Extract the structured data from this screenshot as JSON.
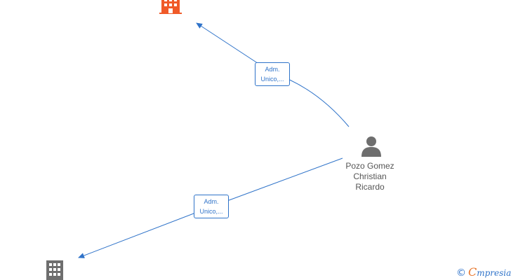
{
  "nodes": {
    "company_top": {
      "type": "company",
      "color": "#f05a28"
    },
    "company_bottom": {
      "type": "company",
      "color": "#6e6e6e"
    },
    "person": {
      "type": "person",
      "color": "#6e6e6e",
      "name_lines": [
        "Pozo Gomez",
        "Christian",
        "Ricardo"
      ]
    }
  },
  "edges": [
    {
      "from": "person",
      "to": "company_top",
      "label_lines": [
        "Adm.",
        "Unico,..."
      ]
    },
    {
      "from": "person",
      "to": "company_bottom",
      "label_lines": [
        "Adm.",
        "Unico,..."
      ]
    }
  ],
  "edge_color": "#2f73c9",
  "brand": {
    "copyright": "©",
    "initial": "C",
    "rest": "mpresia"
  }
}
